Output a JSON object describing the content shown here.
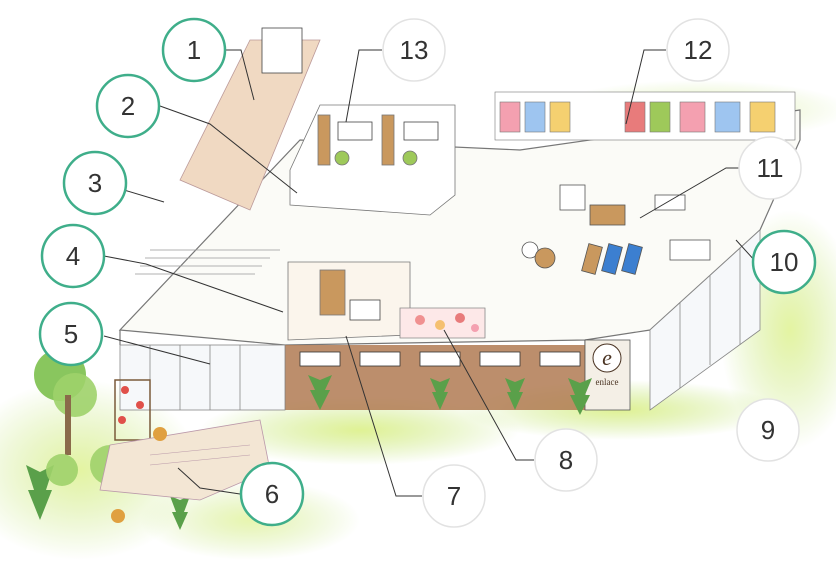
{
  "sign": {
    "mark": "e",
    "name": "enlace"
  },
  "palette": {
    "green_circle_stroke": "#3fae8a",
    "gray_circle_stroke": "#e2e2e2",
    "leader_line": "#333333",
    "wood": "#b07a52",
    "foliage": "#9fd26a"
  },
  "callouts": [
    {
      "label": "1",
      "style": "green"
    },
    {
      "label": "2",
      "style": "green"
    },
    {
      "label": "3",
      "style": "green"
    },
    {
      "label": "4",
      "style": "green"
    },
    {
      "label": "5",
      "style": "green"
    },
    {
      "label": "6",
      "style": "green"
    },
    {
      "label": "7",
      "style": "gray"
    },
    {
      "label": "8",
      "style": "gray"
    },
    {
      "label": "9",
      "style": "gray"
    },
    {
      "label": "10",
      "style": "green"
    },
    {
      "label": "11",
      "style": "gray"
    },
    {
      "label": "12",
      "style": "gray"
    },
    {
      "label": "13",
      "style": "gray"
    }
  ]
}
